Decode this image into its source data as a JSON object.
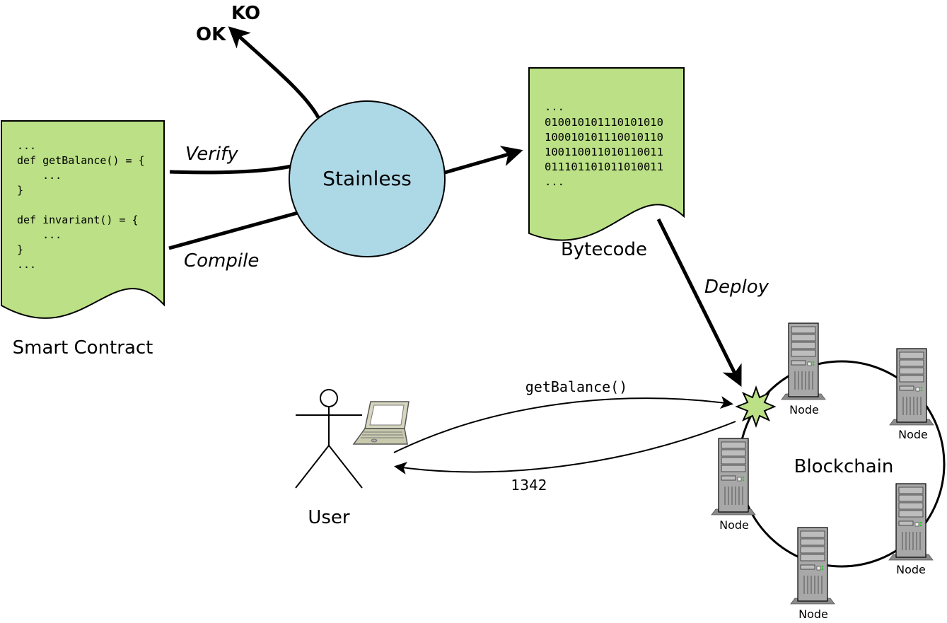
{
  "status": {
    "ok": "OK",
    "ko": "KO",
    "ok_color": "#22ee22",
    "ko_color": "#ee0000"
  },
  "center": {
    "label": "Stainless",
    "color": "#add8e6"
  },
  "smart_contract": {
    "caption": "Smart Contract",
    "color": "#bbe085",
    "code_lines": [
      "...",
      "def getBalance() = {",
      "    ...",
      "}",
      "",
      "def invariant() = {",
      "    ...",
      "}",
      "..."
    ]
  },
  "bytecode": {
    "caption": "Bytecode",
    "code_lines": [
      "...",
      "010010101110101010",
      "100010101110010110",
      "100110011010110011",
      "011101101011010011",
      "..."
    ]
  },
  "edges": {
    "verify": "Verify",
    "compile": "Compile",
    "deploy": "Deploy"
  },
  "user": {
    "label": "User",
    "request": "getBalance()",
    "response": "1342"
  },
  "blockchain": {
    "label": "Blockchain",
    "node_label": "Node"
  }
}
